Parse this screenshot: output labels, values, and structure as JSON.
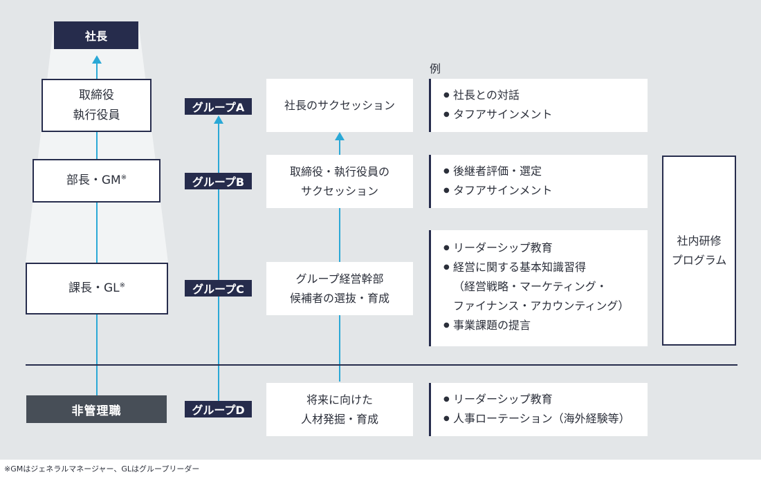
{
  "hierarchy": {
    "president": "社長",
    "director": [
      "取締役",
      "執行役員"
    ],
    "manager": "部長・GM",
    "manager_mark": "※",
    "section_chief": "課長・GL",
    "section_chief_mark": "※",
    "non_management": "非管理職"
  },
  "example_header": "例",
  "groups": [
    {
      "label": "グループA",
      "content": [
        "社長のサクセッション"
      ],
      "examples": [
        "社長との対話",
        "タフアサインメント"
      ]
    },
    {
      "label": "グループB",
      "content": [
        "取締役・執行役員の",
        "サクセッション"
      ],
      "examples": [
        "後継者評価・選定",
        "タフアサインメント"
      ]
    },
    {
      "label": "グループC",
      "content": [
        "グループ経営幹部",
        "候補者の選抜・育成"
      ],
      "examples": [
        "リーダーシップ教育",
        "経営に関する基本知識習得",
        "（経営戦略・マーケティング・",
        "ファイナンス・アカウンティング）",
        "事業課題の提言"
      ]
    },
    {
      "label": "グループD",
      "content": [
        "将来に向けた",
        "人材発掘・育成"
      ],
      "examples": [
        "リーダーシップ教育",
        "人事ローテーション（海外経験等）"
      ]
    }
  ],
  "internal_program": [
    "社内研修",
    "プログラム"
  ],
  "footnote": "※GMはジェネラルマネージャー、GLはグループリーダー",
  "colors": {
    "navy": "#262c4c",
    "accent_line": "#2aa8d6",
    "background": "#e3e6e8",
    "slate": "#474e57"
  }
}
